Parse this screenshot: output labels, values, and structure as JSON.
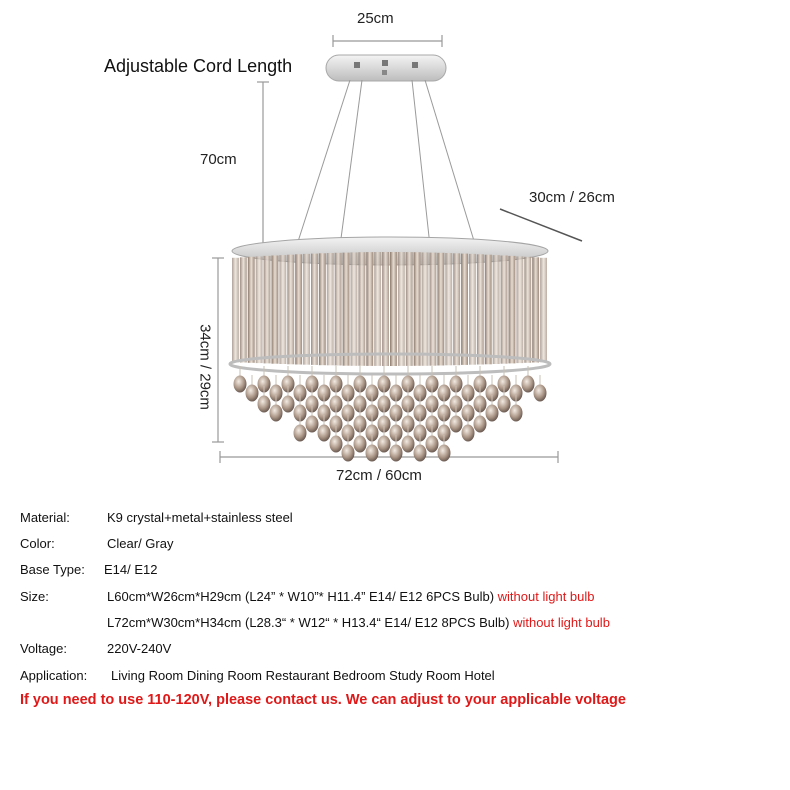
{
  "diagram": {
    "cord_title": "Adjustable Cord Length",
    "canopy_width": "25cm",
    "cord_length": "70cm",
    "depth": "30cm / 26cm",
    "height": "34cm / 29cm",
    "width": "72cm / 60cm"
  },
  "specs": {
    "material_label": "Material:",
    "material_value": "K9 crystal+metal+stainless steel",
    "color_label": "Color:",
    "color_value": "Clear/ Gray",
    "base_label": "Base Type:",
    "base_value": "E14/ E12",
    "size_label": "Size:",
    "size_1": "L60cm*W26cm*H29cm (L24” * W10”* H11.4”  E14/ E12 6PCS Bulb)",
    "size_1_note": "without light bulb",
    "size_2": "L72cm*W30cm*H34cm (L28.3“ * W12“ * H13.4“ E14/ E12 8PCS Bulb)",
    "size_2_note": "without light bulb",
    "voltage_label": "Voltage:",
    "voltage_value": "220V-240V",
    "application_label": "Application:",
    "application_value": "Living Room Dining Room Restaurant Bedroom Study Room Hotel",
    "notice": "If you need to use 110-120V, please contact us. We can adjust to your applicable voltage"
  },
  "colors": {
    "accent_red": "#e01818",
    "crystal": "#b8a89a",
    "chrome": "#d9d9d9"
  }
}
